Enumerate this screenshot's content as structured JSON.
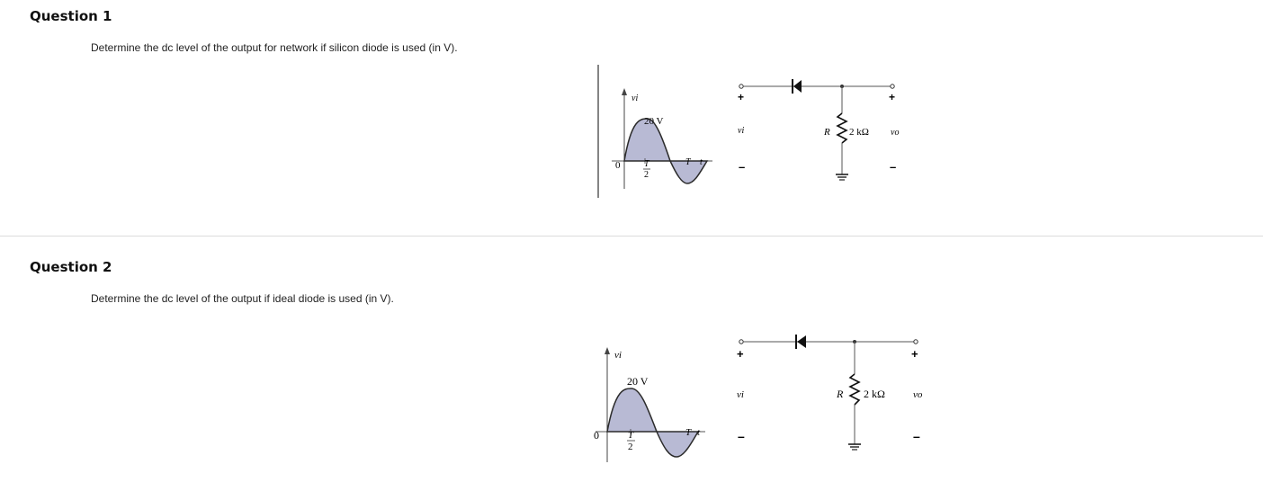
{
  "questions": [
    {
      "title": "Question 1",
      "text": "Determine the dc level of the output for network if silicon diode is used (in V).",
      "figure": {
        "vi_axis": "vi",
        "amplitude": "20 V",
        "origin": "0",
        "half_period_num": "T",
        "half_period_den": "2",
        "period": "T",
        "time_axis": "t",
        "input_plus": "+",
        "input_label": "vi",
        "input_minus": "–",
        "resistor_name": "R",
        "resistor_value": "2 kΩ",
        "output_plus": "+",
        "output_label": "vo",
        "output_minus": "–"
      }
    },
    {
      "title": "Question 2",
      "text": "Determine the dc level of the output if ideal diode is used (in V).",
      "figure": {
        "vi_axis": "vi",
        "amplitude": "20 V",
        "origin": "0",
        "half_period_num": "T",
        "half_period_den": "2",
        "period": "T",
        "time_axis": "t",
        "input_plus": "+",
        "input_label": "vi",
        "input_minus": "–",
        "resistor_name": "R",
        "resistor_value": "2 kΩ",
        "output_plus": "+",
        "output_label": "vo",
        "output_minus": "–"
      }
    }
  ]
}
